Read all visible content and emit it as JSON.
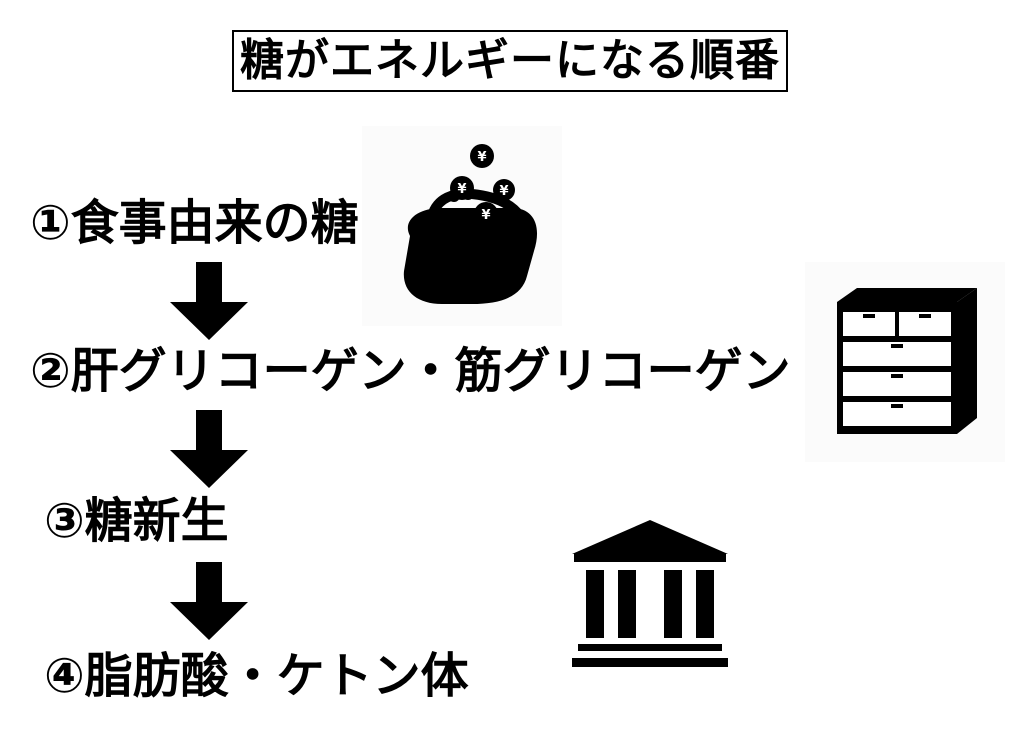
{
  "title": "糖がエネルギーになる順番",
  "steps": [
    {
      "label": "①食事由来の糖",
      "icon": "coin-purse-icon"
    },
    {
      "label": "②肝グリコーゲン・筋グリコーゲン",
      "icon": "storage-drawers-icon"
    },
    {
      "label": "③糖新生"
    },
    {
      "label": "④脂肪酸・ケトン体",
      "icon": "bank-building-icon"
    }
  ],
  "coin_symbol": "¥",
  "colors": {
    "ink": "#000000",
    "background": "#ffffff",
    "icon_panel": "#fbfbfb"
  }
}
